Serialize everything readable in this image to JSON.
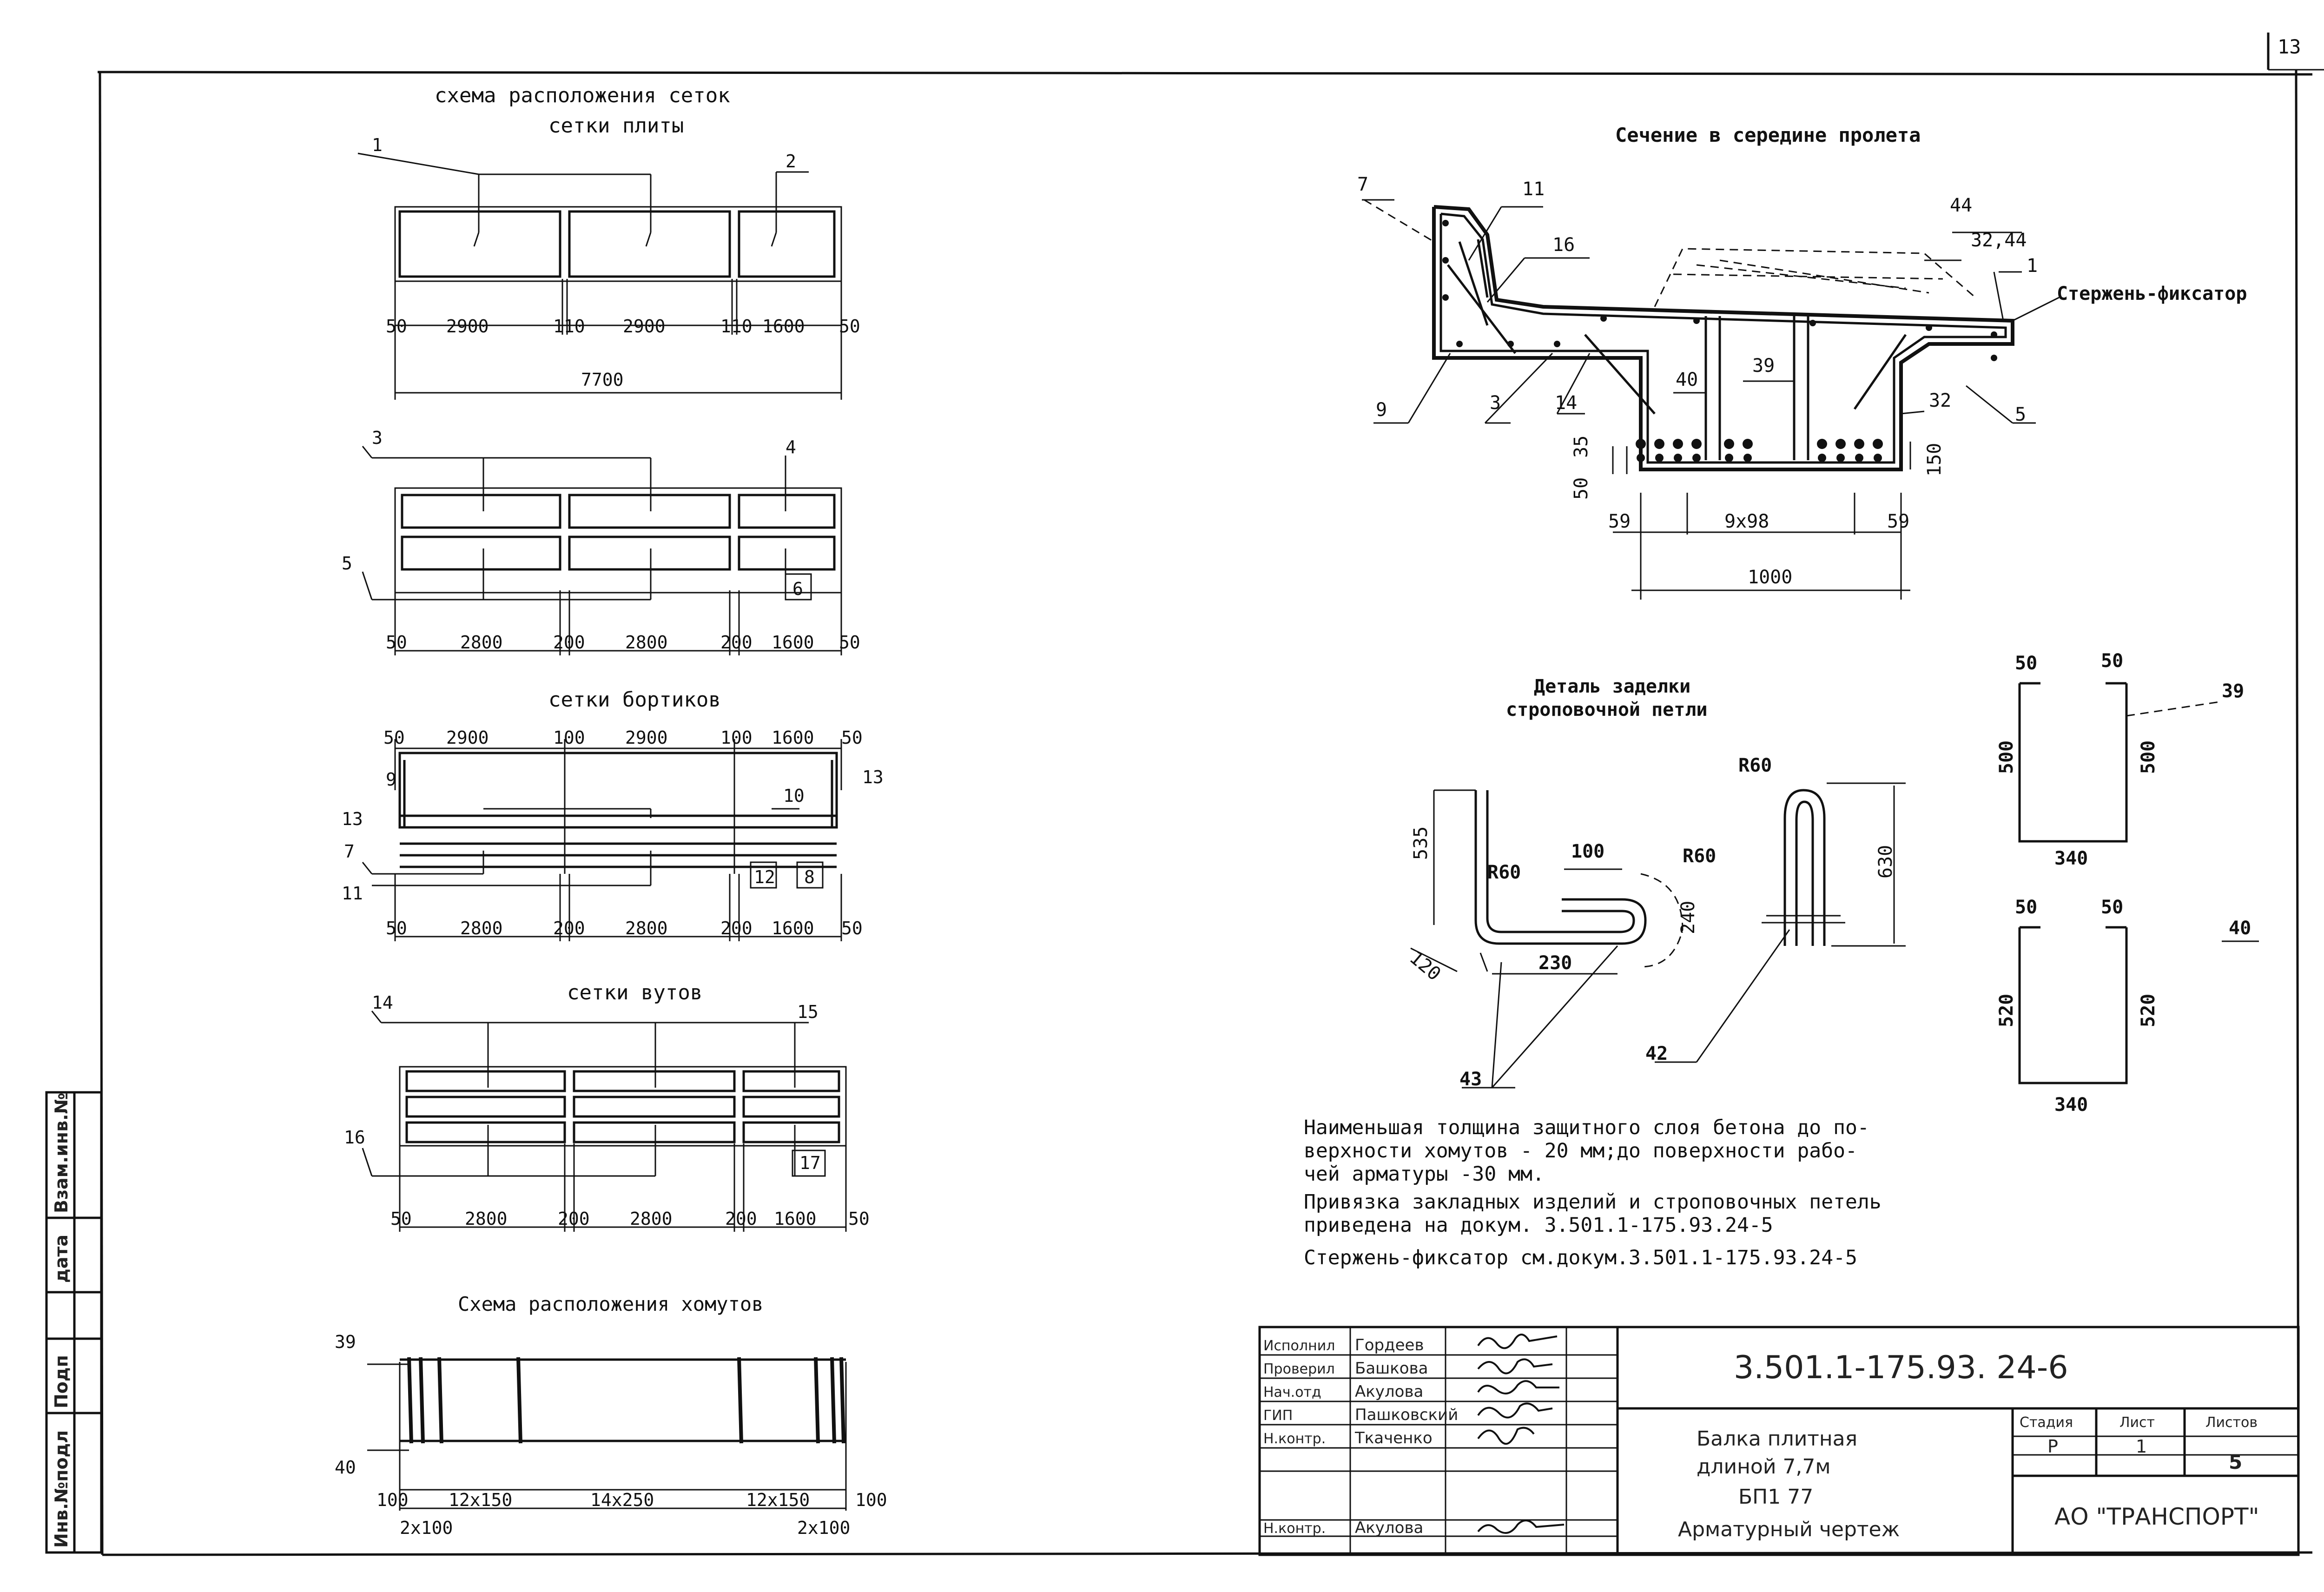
{
  "sheet": {
    "page_number": "13",
    "left_margin": {
      "interchange": "Взам.инв.№",
      "date": "дата",
      "inventory_orig": "Инв.№подл",
      "signature": "Подп"
    }
  },
  "mesh_scheme": {
    "title": "схема расположения сеток",
    "slab": {
      "subtitle": "сетки плиты",
      "pos_1": "1",
      "pos_2": "2",
      "dims": [
        "50",
        "2900",
        "110",
        "2900",
        "110",
        "1600",
        "50"
      ],
      "total": "7700"
    },
    "slab_lower": {
      "pos_3": "3",
      "pos_4": "4",
      "pos_5": "5",
      "pos_6": "6",
      "dims": [
        "50",
        "2800",
        "200",
        "2800",
        "200",
        "1600",
        "50"
      ]
    },
    "curbs": {
      "subtitle": "сетки бортиков",
      "top_dims": [
        "50",
        "2900",
        "100",
        "2900",
        "100",
        "1600",
        "50"
      ],
      "pos_9": "9",
      "pos_13_left": "13",
      "pos_13_right": "13",
      "pos_10": "10",
      "pos_7": "7",
      "pos_11": "11",
      "pos_12": "12",
      "pos_8": "8",
      "bottom_dims": [
        "50",
        "2800",
        "200",
        "2800",
        "200",
        "1600",
        "50"
      ]
    },
    "haunches": {
      "subtitle": "сетки вутов",
      "pos_14": "14",
      "pos_15": "15",
      "pos_16": "16",
      "pos_17": "17",
      "dims": [
        "50",
        "2800",
        "200",
        "2800",
        "200",
        "1600",
        "50"
      ]
    }
  },
  "stirrups_scheme": {
    "title": "Схема расположения хомутов",
    "pos_39": "39",
    "pos_40": "40",
    "dims": [
      "100",
      "12x150",
      "14x250",
      "12x150",
      "100"
    ],
    "sub_left": "2x100",
    "sub_right": "2x100"
  },
  "section": {
    "title": "Сечение в середине пролета",
    "labels": {
      "p7": "7",
      "p11": "11",
      "p16": "16",
      "p44": "44",
      "p32_44": "32,44",
      "p1": "1",
      "fixator": "Стержень-фиксатор",
      "p9": "9",
      "p3": "3",
      "p14": "14",
      "p40": "40",
      "p39": "39",
      "p32": "32",
      "p5": "5"
    },
    "dims": {
      "v50": "50",
      "v35": "35",
      "v150": "150",
      "left": "59",
      "mid": "9x98",
      "right": "59",
      "total": "1000"
    }
  },
  "loop_detail": {
    "title_line1": "Деталь заделки",
    "title_line2": "строповочной петли",
    "d535": "535",
    "r60_a": "R60",
    "d100": "100",
    "r60_b": "R60",
    "d240": "240",
    "d120": "120",
    "d230": "230",
    "r60_c": "R60",
    "d630": "630",
    "p43": "43",
    "p42": "42"
  },
  "stirrup_39": {
    "label": "39",
    "top_left": "50",
    "top_right": "50",
    "left_h": "500",
    "right_h": "500",
    "width": "340"
  },
  "stirrup_40": {
    "label": "40",
    "top_left": "50",
    "top_right": "50",
    "left_h": "520",
    "right_h": "520",
    "width": "340"
  },
  "notes": {
    "n1": [
      "Наименьшая толщина защитного слоя бетона до по-",
      "верхности хомутов - 20 мм;до поверхности рабо-",
      "чей арматуры -30 мм."
    ],
    "n2": [
      "Привязка закладных изделий и строповочных петель",
      "приведена на докум. 3.501.1-175.93.24-5"
    ],
    "n3": "Стержень-фиксатор см.докум.3.501.1-175.93.24-5"
  },
  "title_block": {
    "doc_code": "3.501.1-175.93. 24-6",
    "roles": [
      "Исполнил",
      "Проверил",
      "Нач.отд",
      "ГИП",
      "Н.контр.",
      "Н.контр."
    ],
    "names": [
      "Гордеев",
      "Башкова",
      "Акулова",
      "Пашковский",
      "Ткаченко",
      "Акулова"
    ],
    "title_lines": [
      "Балка  плитная",
      "длиной  7,7м",
      "БП1 77",
      "Арматурный чертеж"
    ],
    "stage_header": "Стадия",
    "sheet_header": "Лист",
    "sheets_header": "Листов",
    "stage": "Р",
    "sheet": "1",
    "sheets": "5",
    "org": "АО \"ТРАНСПОРТ\""
  }
}
